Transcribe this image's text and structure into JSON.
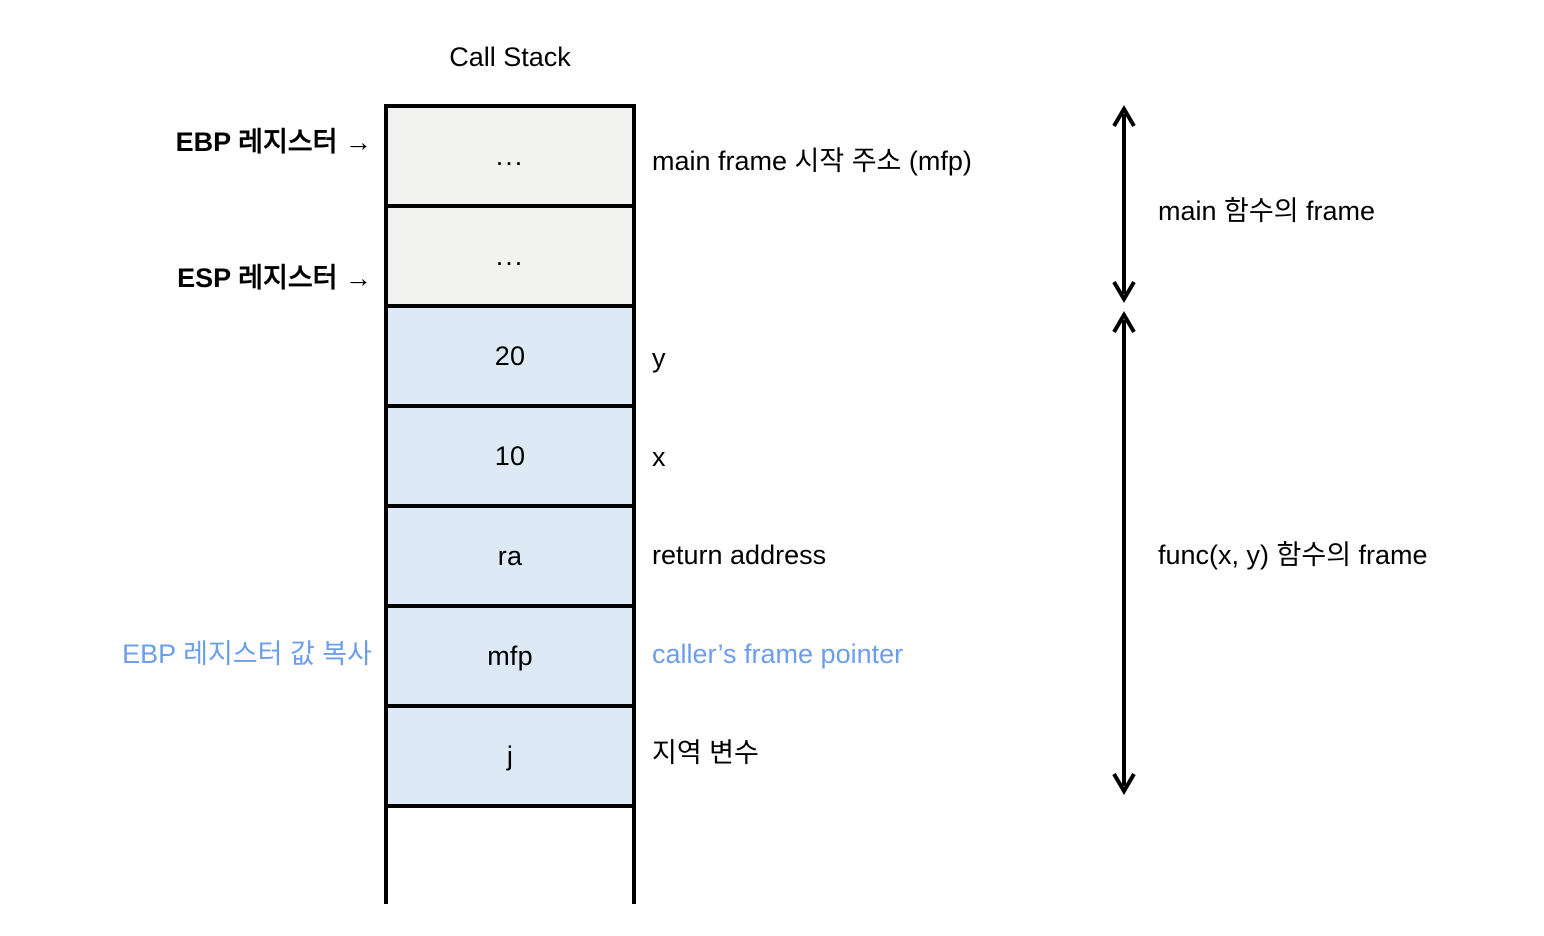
{
  "diagram": {
    "title": "Call Stack",
    "colors": {
      "stack_border": "#000000",
      "main_frame_fill": "#f1f1f0",
      "func_frame_fill": "#dde9f4",
      "empty_fill": "#ffffff",
      "highlight_blue": "#6d9eeb",
      "text": "#000000",
      "background": "#ffffff"
    },
    "stack_cells": [
      {
        "value": "...",
        "note": "main frame 시작 주소 (mfp)",
        "note_color": "black",
        "fill": "gray",
        "left_label": "EBP 레지스터 →"
      },
      {
        "value": "...",
        "note": "",
        "note_color": "black",
        "fill": "gray",
        "left_label": "ESP 레지스터 →"
      },
      {
        "value": "20",
        "note": "y",
        "note_color": "black",
        "fill": "blue",
        "left_label": ""
      },
      {
        "value": "10",
        "note": "x",
        "note_color": "black",
        "fill": "blue",
        "left_label": ""
      },
      {
        "value": "ra",
        "note": "return address",
        "note_color": "black",
        "fill": "blue",
        "left_label": ""
      },
      {
        "value": "mfp",
        "note": "caller’s frame pointer",
        "note_color": "blue",
        "fill": "blue",
        "left_label": "EBP 레지스터 값 복사"
      },
      {
        "value": "j",
        "note": "지역 변수",
        "note_color": "black",
        "fill": "blue",
        "left_label": ""
      },
      {
        "value": "",
        "note": "",
        "note_color": "black",
        "fill": "empty",
        "left_label": ""
      }
    ],
    "left_labels": {
      "ebp_register": "EBP 레지스터 →",
      "esp_register": "ESP 레지스터 →",
      "ebp_copy_note": "EBP 레지스터 값 복사"
    },
    "frames": [
      {
        "label": "main 함수의 frame",
        "spans_cells": "1-2"
      },
      {
        "label": "func(x, y) 함수의 frame",
        "spans_cells": "3-7"
      }
    ]
  }
}
